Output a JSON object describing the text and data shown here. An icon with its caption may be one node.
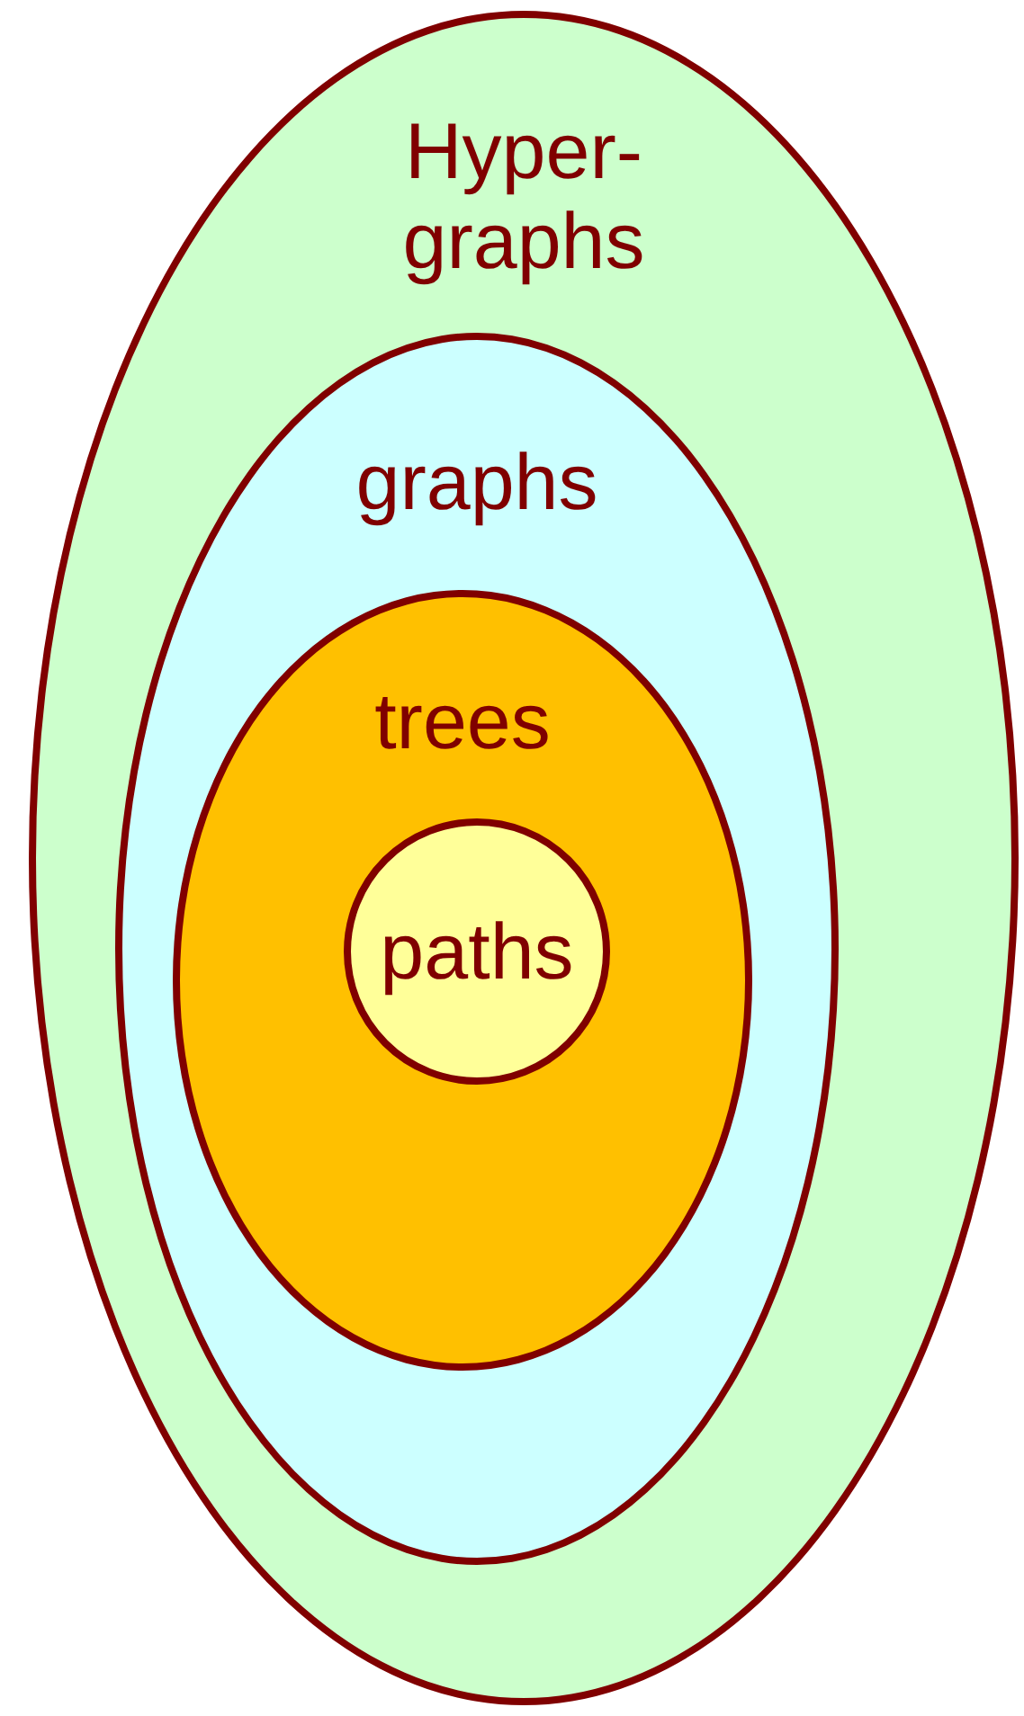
{
  "diagram": {
    "nodes": [
      {
        "text": [
          "Hyper- graphs"
        ]
      },
      {
        "text": [
          "graphs"
        ],
        "in": 0
      },
      {
        "text": [
          "trees"
        ],
        "in": 1
      },
      {
        "text": [
          "paths"
        ],
        "in": 2
      }
    ]
  }
}
